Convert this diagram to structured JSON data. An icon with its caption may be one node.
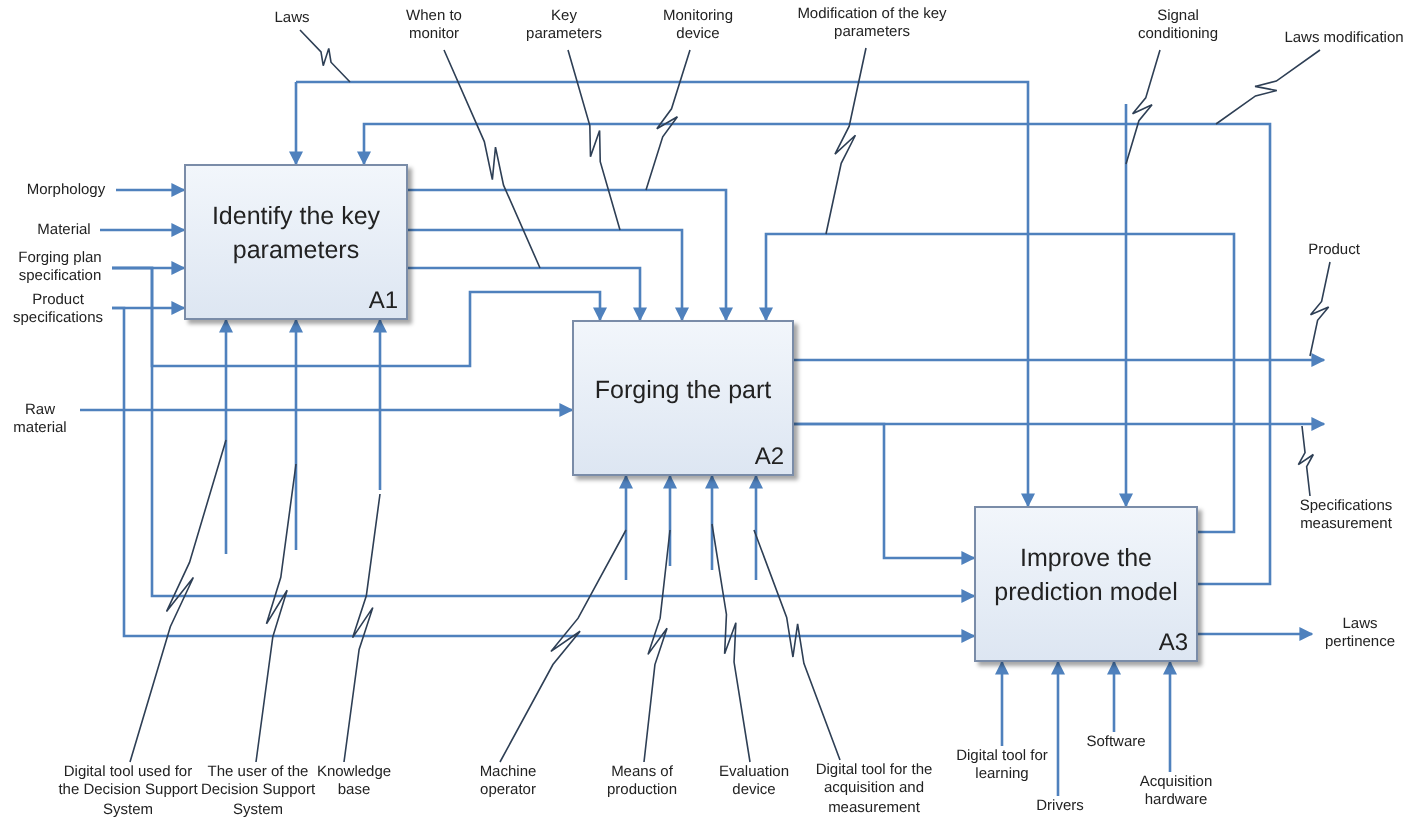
{
  "diagram": {
    "nodes": [
      {
        "text": [
          "Identify the key parameters",
          "A1"
        ]
      },
      {
        "text": [
          "Forging the part",
          "A2"
        ]
      },
      {
        "text": [
          "Improve the prediction model",
          "A3"
        ]
      },
      {
        "text": [
          "Laws"
        ]
      },
      {
        "text": [
          "When to monitor"
        ]
      },
      {
        "text": [
          "Key parameters"
        ]
      },
      {
        "text": [
          "Monitoring device"
        ]
      },
      {
        "text": [
          "Modification of the key parameters"
        ]
      },
      {
        "text": [
          "Signal conditioning"
        ]
      },
      {
        "text": [
          "Laws modification"
        ]
      },
      {
        "text": [
          "Morphology"
        ]
      },
      {
        "text": [
          "Material"
        ]
      },
      {
        "text": [
          "Forging plan specification"
        ]
      },
      {
        "text": [
          "Product specifications"
        ]
      },
      {
        "text": [
          "Raw material"
        ]
      },
      {
        "text": [
          "Product"
        ]
      },
      {
        "text": [
          "Specifications measurement"
        ]
      },
      {
        "text": [
          "Laws pertinence"
        ]
      },
      {
        "text": [
          "Digital tool used for the Decision Support System"
        ]
      },
      {
        "text": [
          "The user of the Decision Support System"
        ]
      },
      {
        "text": [
          "Knowledge base"
        ]
      },
      {
        "text": [
          "Machine operator"
        ]
      },
      {
        "text": [
          "Means of production"
        ]
      },
      {
        "text": [
          "Evaluation device"
        ]
      },
      {
        "text": [
          "Digital tool for the acquisition and measurement"
        ]
      },
      {
        "text": [
          "Digital tool for learning"
        ]
      },
      {
        "text": [
          "Drivers"
        ]
      },
      {
        "text": [
          "Software"
        ]
      },
      {
        "text": [
          "Acquisition hardware"
        ]
      }
    ],
    "edges": [
      {
        "from": null,
        "to": 0,
        "arrow": "to"
      },
      {
        "from": null,
        "to": 2,
        "arrow": "to"
      },
      {
        "from": 2,
        "to": 0,
        "arrow": "to"
      },
      {
        "from": 2,
        "to": 1,
        "arrow": "to"
      },
      {
        "from": 0,
        "to": 1,
        "arrow": "to"
      },
      {
        "from": 0,
        "to": 1,
        "arrow": "to"
      },
      {
        "from": 0,
        "to": 1,
        "arrow": "to"
      },
      {
        "from": 10,
        "to": 0,
        "arrow": "to"
      },
      {
        "from": 11,
        "to": 0,
        "arrow": "to"
      },
      {
        "from": 12,
        "to": 0,
        "arrow": "to"
      },
      {
        "from": 12,
        "to": 1,
        "arrow": "to"
      },
      {
        "from": 12,
        "to": 2,
        "arrow": "to"
      },
      {
        "from": 13,
        "to": 0,
        "arrow": "to"
      },
      {
        "from": 13,
        "to": 2,
        "arrow": "to"
      },
      {
        "from": 14,
        "to": 1,
        "arrow": "to"
      },
      {
        "from": null,
        "to": 2,
        "arrow": "to"
      },
      {
        "from": 1,
        "to": null,
        "arrow": "to"
      },
      {
        "from": 1,
        "to": null,
        "arrow": "to"
      },
      {
        "from": 1,
        "to": 2,
        "arrow": "to"
      },
      {
        "from": 2,
        "to": 17,
        "arrow": "to"
      },
      {
        "from": null,
        "to": 0,
        "arrow": "to"
      },
      {
        "from": null,
        "to": 0,
        "arrow": "to"
      },
      {
        "from": null,
        "to": 0,
        "arrow": "to"
      },
      {
        "from": null,
        "to": 1,
        "arrow": "to"
      },
      {
        "from": null,
        "to": 1,
        "arrow": "to"
      },
      {
        "from": null,
        "to": 1,
        "arrow": "to"
      },
      {
        "from": null,
        "to": 1,
        "arrow": "to"
      },
      {
        "from": 25,
        "to": 2,
        "arrow": "to"
      },
      {
        "from": 26,
        "to": 2,
        "arrow": "to"
      },
      {
        "from": 27,
        "to": 2,
        "arrow": "to"
      },
      {
        "from": 28,
        "to": 2,
        "arrow": "to"
      },
      {
        "from": 3,
        "to": null,
        "arrow": "none",
        "color": "#2e3f55"
      },
      {
        "from": 4,
        "to": null,
        "arrow": "none",
        "color": "#2e3f55"
      },
      {
        "from": 5,
        "to": null,
        "arrow": "none",
        "color": "#2e3f55"
      },
      {
        "from": 6,
        "to": null,
        "arrow": "none",
        "color": "#2e3f55"
      },
      {
        "from": 7,
        "to": null,
        "arrow": "none",
        "color": "#2e3f55"
      },
      {
        "from": 8,
        "to": null,
        "arrow": "none",
        "color": "#2e3f55"
      },
      {
        "from": 9,
        "to": null,
        "arrow": "none",
        "color": "#2e3f55"
      },
      {
        "from": 15,
        "to": null,
        "arrow": "none",
        "color": "#2e3f55"
      },
      {
        "from": 16,
        "to": null,
        "arrow": "none",
        "color": "#2e3f55"
      },
      {
        "from": 18,
        "to": null,
        "arrow": "none",
        "color": "#2e3f55"
      },
      {
        "from": 19,
        "to": null,
        "arrow": "none",
        "color": "#2e3f55"
      },
      {
        "from": 20,
        "to": null,
        "arrow": "none",
        "color": "#2e3f55"
      },
      {
        "from": 21,
        "to": null,
        "arrow": "none",
        "color": "#2e3f55"
      },
      {
        "from": 22,
        "to": null,
        "arrow": "none",
        "color": "#2e3f55"
      },
      {
        "from": 23,
        "to": null,
        "arrow": "none",
        "color": "#2e3f55"
      },
      {
        "from": 24,
        "to": null,
        "arrow": "none",
        "color": "#2e3f55"
      }
    ]
  }
}
